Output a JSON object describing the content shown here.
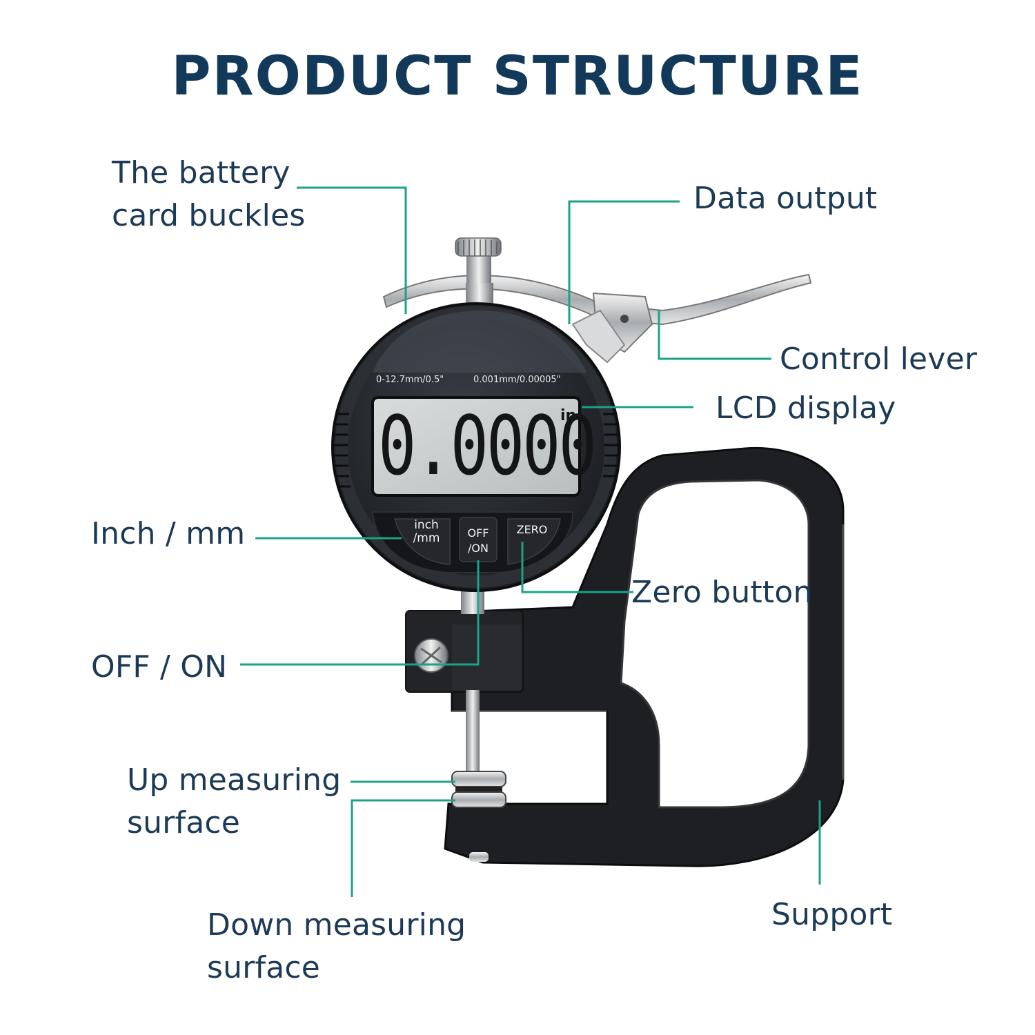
{
  "title": "PRODUCT STRUCTURE",
  "colors": {
    "title": "#12395a",
    "label": "#1c3a55",
    "leader_line": "#1aa386",
    "gauge_body": "#1b1d22",
    "lcd": "#c7cbcc"
  },
  "gauge": {
    "range_text": "0-12.7mm/0.5\"",
    "resolution_text": "0.001mm/0.00005\"",
    "reading": "0.0000",
    "unit": "in",
    "buttons": {
      "inch_mm": "inch\n/mm",
      "off_on": "OFF\n/ON",
      "zero": "ZERO"
    }
  },
  "labels": {
    "battery": "The battery\ncard buckles",
    "data_output": "Data output",
    "control_lever": "Control lever",
    "lcd_display": "LCD display",
    "inch_mm": "Inch / mm",
    "zero_button": "Zero button",
    "off_on": "OFF / ON",
    "up_surface": "Up measuring\nsurface",
    "down_surface": "Down measuring\nsurface",
    "support": "Support"
  }
}
